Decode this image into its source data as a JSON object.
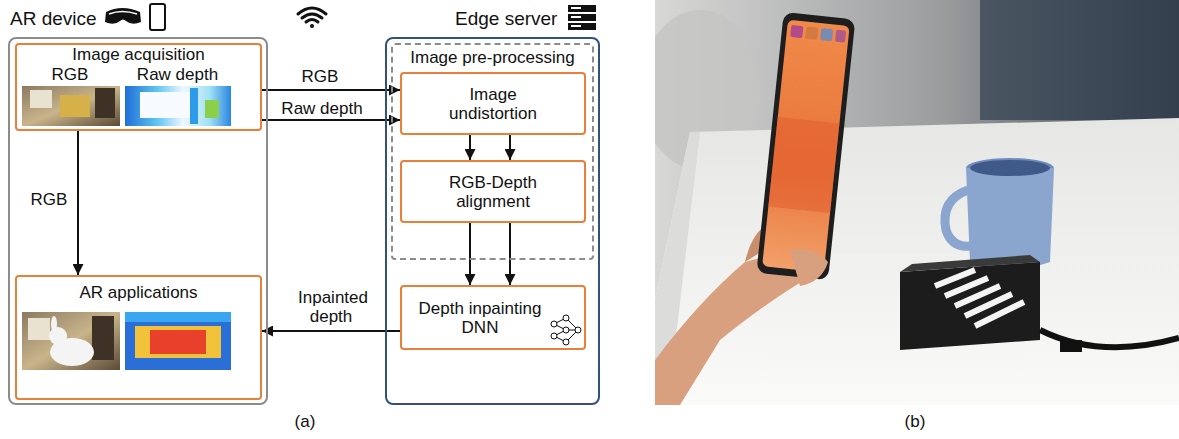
{
  "diagram": {
    "nodes": [
      {
        "text": [
          "AR device"
        ]
      },
      {
        "text": [
          "Image acquisition",
          "RGB",
          "Raw depth"
        ],
        "in": 0
      },
      {
        "text": [
          "AR applications"
        ],
        "in": 0
      },
      {
        "text": [
          "Edge server"
        ]
      },
      {
        "text": [
          "Image pre-processing"
        ],
        "in": 3
      },
      {
        "text": [
          "Image undistortion"
        ],
        "in": 4
      },
      {
        "text": [
          "RGB-Depth alignment"
        ],
        "in": 4
      },
      {
        "text": [
          "Depth inpainting DNN"
        ],
        "in": 3
      }
    ],
    "edges": [
      {
        "from": 1,
        "to": 5,
        "arrow": "to",
        "label": "RGB"
      },
      {
        "from": 1,
        "to": 5,
        "arrow": "to",
        "label": "Raw depth"
      },
      {
        "from": 1,
        "to": 2,
        "arrow": "to",
        "label": "RGB"
      },
      {
        "from": 5,
        "to": 6,
        "arrow": "to"
      },
      {
        "from": 5,
        "to": 6,
        "arrow": "to"
      },
      {
        "from": 6,
        "to": 7,
        "arrow": "to"
      },
      {
        "from": 6,
        "to": 7,
        "arrow": "to"
      },
      {
        "from": 7,
        "to": 2,
        "arrow": "to",
        "label": "Inpainted depth"
      }
    ],
    "labels": [
      "(a)",
      "(b)"
    ]
  }
}
